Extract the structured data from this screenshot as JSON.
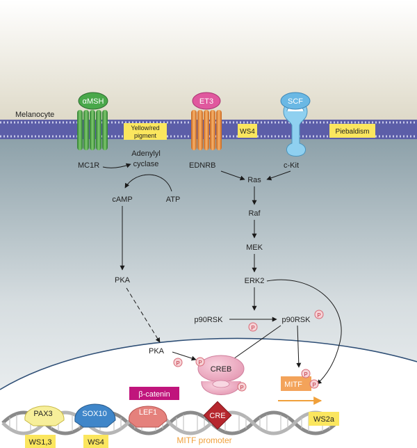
{
  "membrane": {
    "cell_label": "Melanocyte"
  },
  "ligands": {
    "msh": "αMSH",
    "et3": "ET3",
    "scf": "SCF"
  },
  "receptors": {
    "mc1r": "MC1R",
    "ednrb": "EDNRB",
    "ckit": "c-Kit"
  },
  "disease_boxes": {
    "pigment_line1": "Yellow/red",
    "pigment_line2": "pigment",
    "ws4_membrane": "WS4",
    "piebaldism": "Piebaldism",
    "ws2a": "WS2a",
    "ws13": "WS1,3",
    "ws4_dna": "WS4"
  },
  "nodes": {
    "adenylyl_line1": "Adenylyl",
    "adenylyl_line2": "cyclase",
    "camp": "cAMP",
    "atp": "ATP",
    "pka_cyto": "PKA",
    "pka_nuc": "PKA",
    "ras": "Ras",
    "raf": "Raf",
    "mek": "MEK",
    "erk2": "ERK2",
    "p90rsk_left": "p90RSK",
    "p90rsk_right": "p90RSK",
    "creb": "CREB",
    "mitf": "MITF",
    "beta_catenin": "β-catenin",
    "lef1": "LEF1",
    "pax3": "PAX3",
    "sox10": "SOX10",
    "cre": "CRE",
    "mitf_promoter": "MITF promoter"
  },
  "phospho_symbol": "P",
  "colors": {
    "membrane_blue": "#5c5ea8",
    "cytoplasm": "#8ea3ac",
    "disease_box": "#fbe65e",
    "msh_green": "#49a84a",
    "et3_pink": "#e0589e",
    "scf_blue": "#6ab8e4",
    "mitf_orange": "#f3a35a",
    "promoter_text": "#f0a03a"
  }
}
